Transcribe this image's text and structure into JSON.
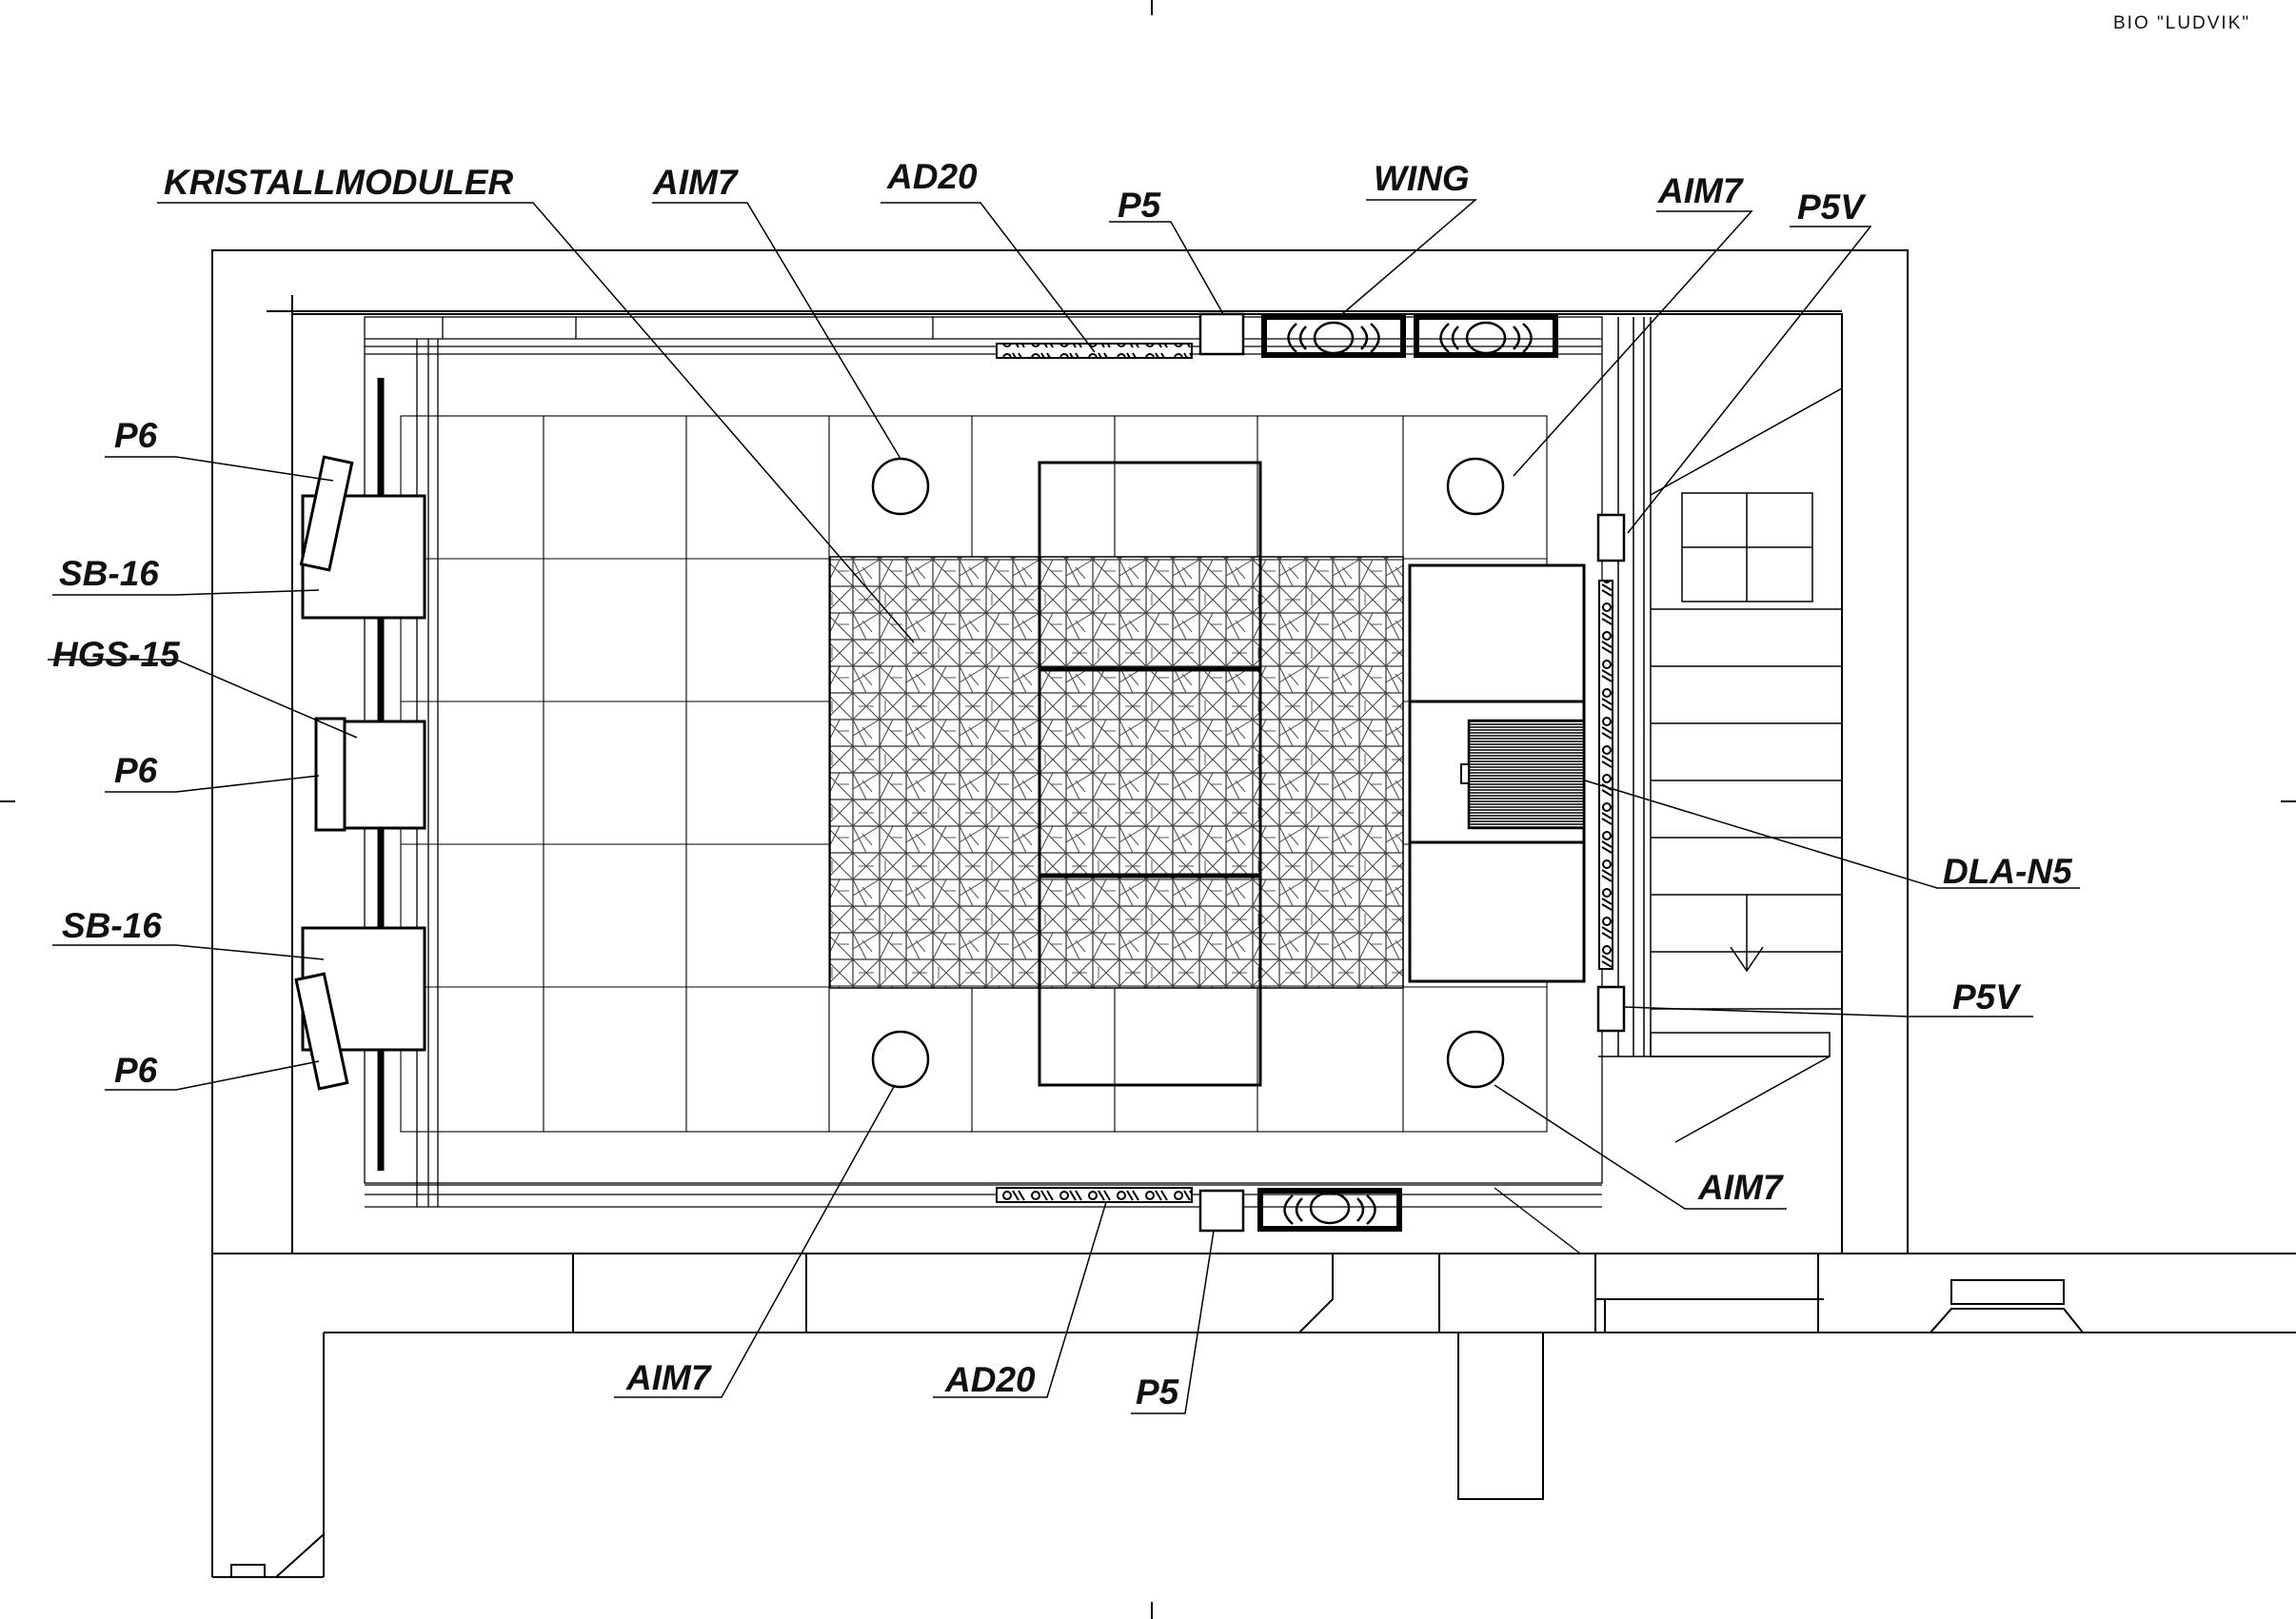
{
  "title": "BIO \"LUDVIK\"",
  "labels": {
    "kristallmoduler": "KRISTALLMODULER",
    "aim7_top_left": "AIM7",
    "ad20_top": "AD20",
    "p5_top": "P5",
    "wing": "WING",
    "aim7_top_right": "AIM7",
    "p5v_top": "P5V",
    "p6_top": "P6",
    "sb16_top": "SB-16",
    "hgs15": "HGS-15",
    "p6_mid": "P6",
    "sb16_bottom": "SB-16",
    "p6_bottom": "P6",
    "dla_n5": "DLA-N5",
    "p5v_bottom": "P5V",
    "aim7_bottom_right": "AIM7",
    "aim7_bottom_left": "AIM7",
    "ad20_bottom": "AD20",
    "p5_bottom": "P5"
  }
}
